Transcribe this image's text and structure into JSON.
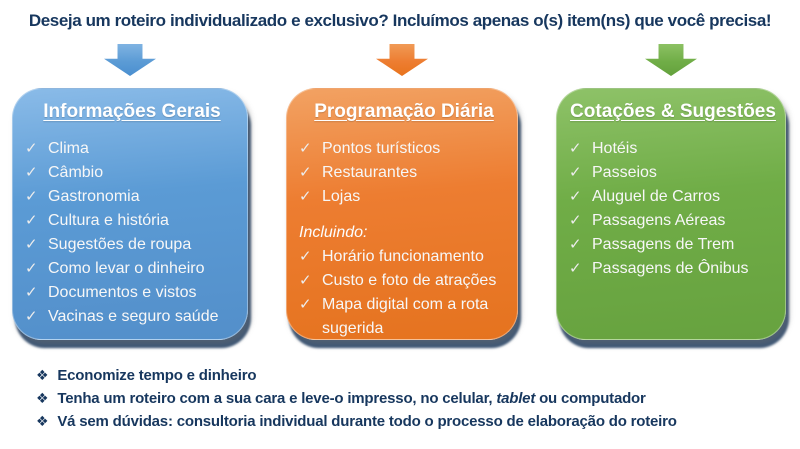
{
  "title": {
    "text": "Deseja um roteiro individualizado e exclusivo? Incluímos apenas o(s) item(ns) que você precisa!"
  },
  "icons": {
    "check": "✓",
    "bullet": "❖",
    "arrow_names": [
      "blue-down-arrow",
      "orange-down-arrow",
      "green-down-arrow"
    ]
  },
  "colors": {
    "navy_text": "#17375E",
    "blue_card": "#5B9BD5",
    "orange_card": "#ED7D31",
    "green_card": "#70AD47",
    "item_text": "#F7F7F7"
  },
  "columns": [
    {
      "header": "Informações Gerais",
      "items": [
        "Clima",
        "Câmbio",
        "Gastronomia",
        "Cultura e história",
        "Sugestões de roupa",
        "Como levar o dinheiro",
        "Documentos e vistos",
        "Vacinas e seguro saúde"
      ]
    },
    {
      "header": "Programação Diária",
      "items": [
        "Pontos turísticos",
        "Restaurantes",
        "Lojas"
      ],
      "sublabel": "Incluindo:",
      "subitems": [
        "Horário funcionamento",
        "Custo e foto de atrações",
        "Mapa digital com a rota sugerida"
      ]
    },
    {
      "header": "Cotações & Sugestões",
      "items": [
        "Hotéis",
        "Passeios",
        "Aluguel de Carros",
        "Passagens Aéreas",
        "Passagens de Trem",
        "Passagens de Ônibus"
      ]
    }
  ],
  "footer": [
    {
      "text": "Economize tempo e dinheiro"
    },
    {
      "prefix": "Tenha um roteiro com a sua cara e leve-o impresso, no celular, ",
      "italic": "tablet",
      "suffix": " ou computador"
    },
    {
      "text": "Vá sem dúvidas: consultoria individual durante todo o processo de elaboração do roteiro"
    }
  ]
}
